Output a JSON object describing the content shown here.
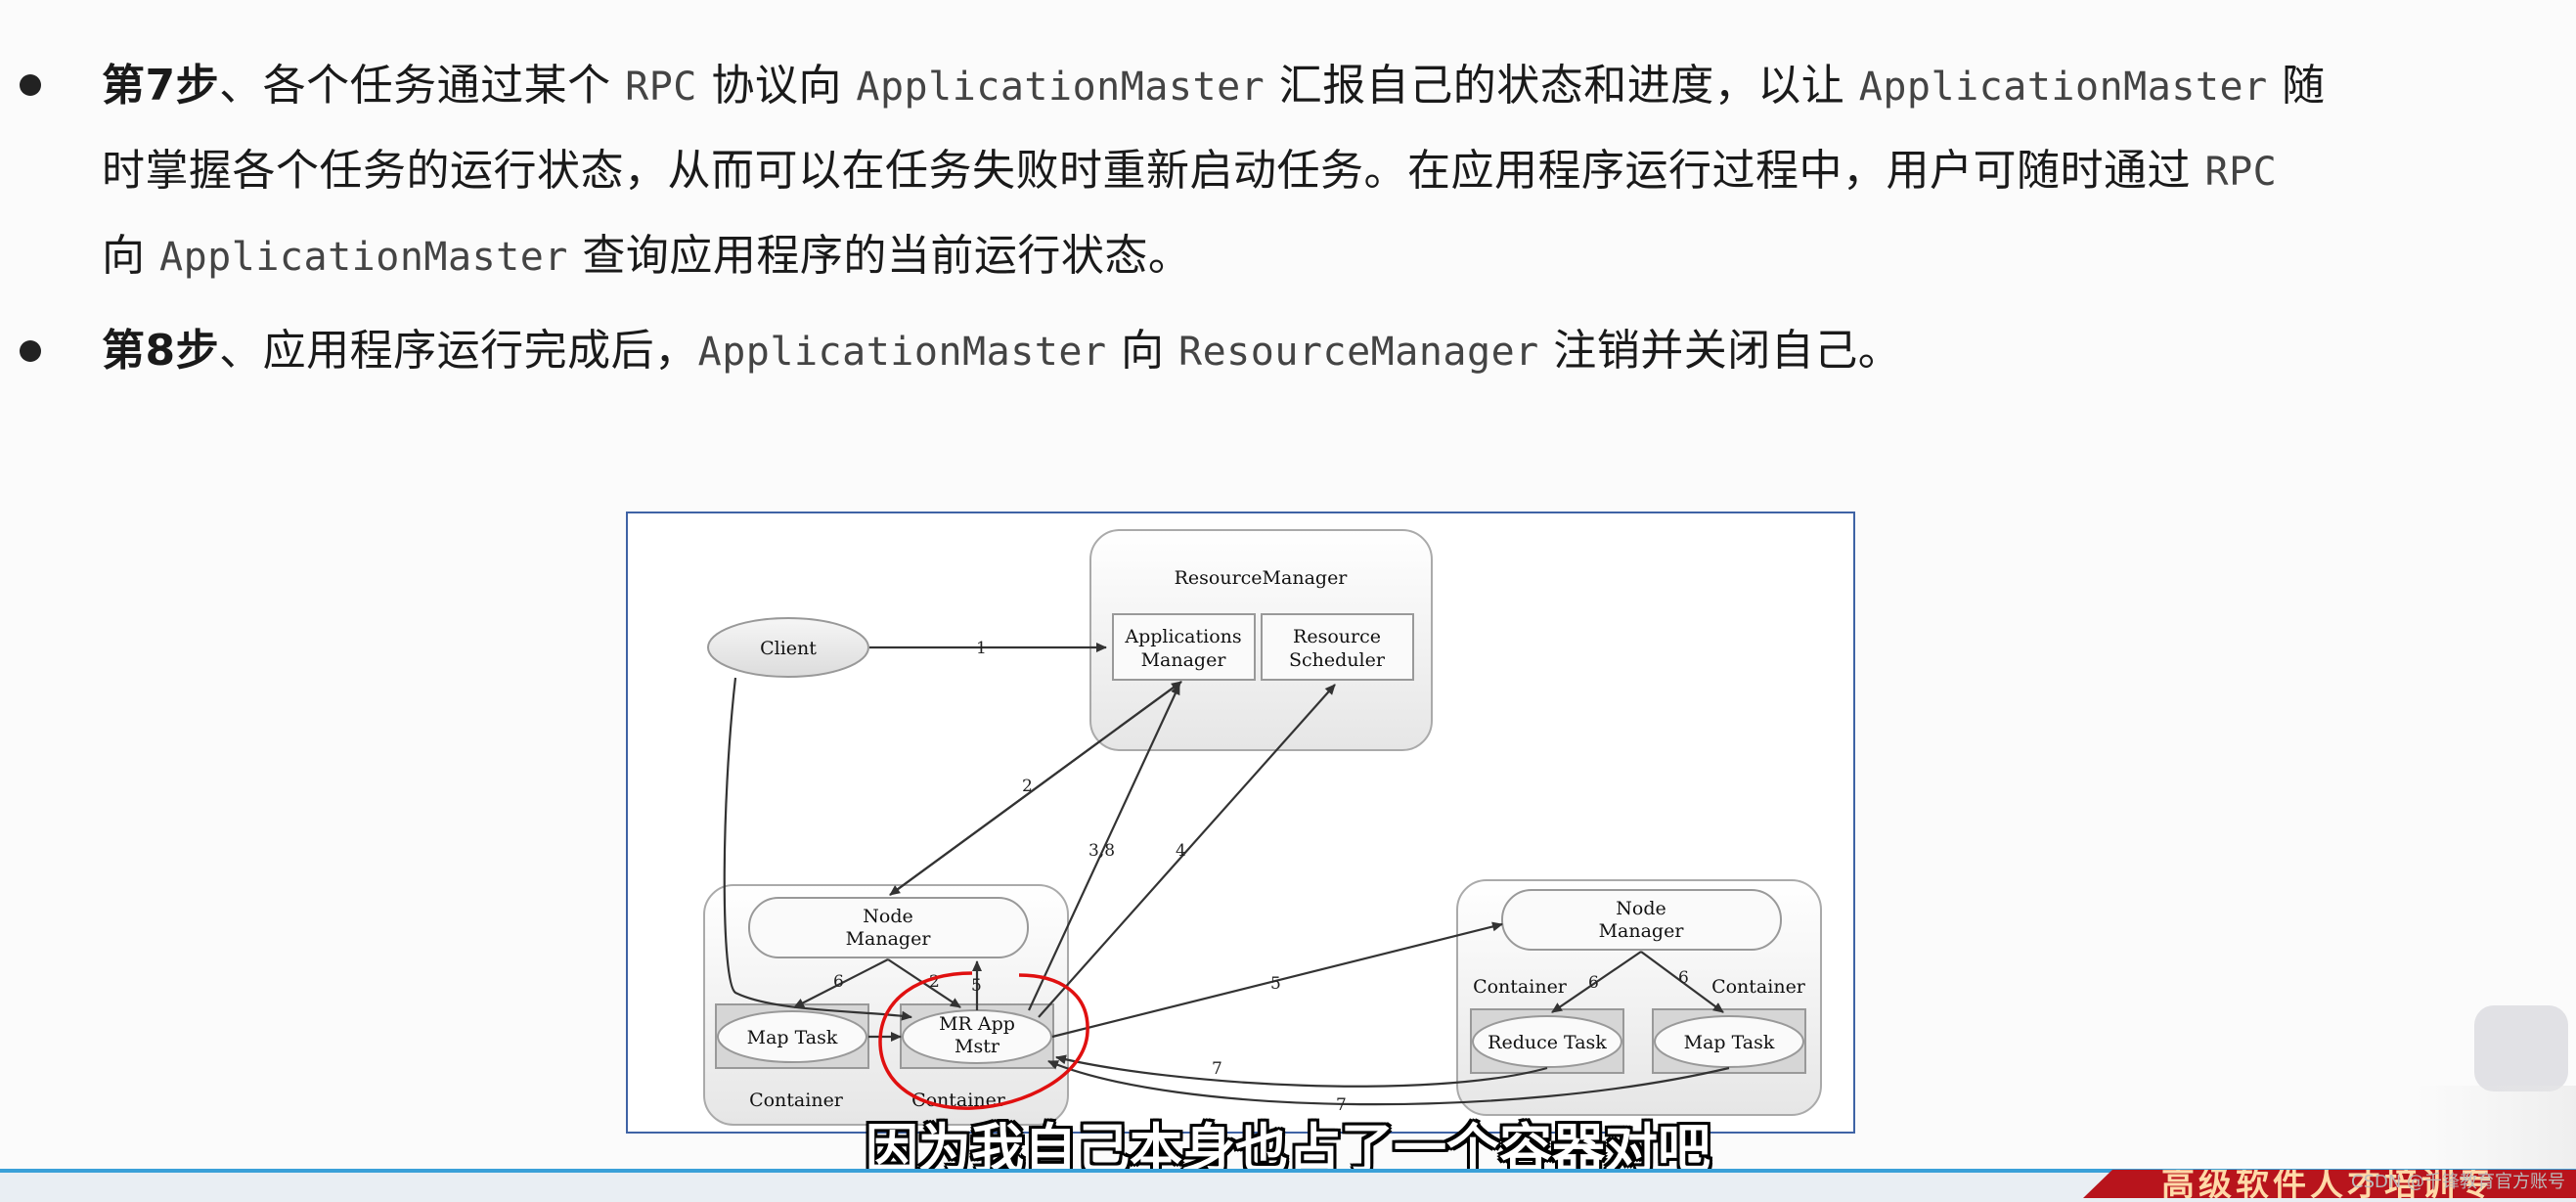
{
  "step7": {
    "label": "第7步",
    "line1_a": "、各个任务通过某个 ",
    "line1_rpc": "RPC",
    "line1_b": " 协议向 ",
    "line1_am": "ApplicationMaster",
    "line1_c": " 汇报自己的状态和进度，以让 ",
    "line1_am2": "ApplicationMaster",
    "line1_d": " 随",
    "line2_a": "时掌握各个任务的运行状态，从而可以在任务失败时重新启动任务。在应用程序运行过程中，用户可随时通过 ",
    "line2_rpc": "RPC",
    "line3_a": "向 ",
    "line3_am": "ApplicationMaster",
    "line3_b": " 查询应用程序的当前运行状态。"
  },
  "step8": {
    "label": "第8步",
    "a": "、应用程序运行完成后，",
    "am": "ApplicationMaster",
    "b": " 向 ",
    "rm": "ResourceManager",
    "c": " 注销并关闭自己。"
  },
  "diagram": {
    "resource_manager": "ResourceManager",
    "applications_manager_1": "Applications",
    "applications_manager_2": "Manager",
    "resource_scheduler_1": "Resource",
    "resource_scheduler_2": "Scheduler",
    "client": "Client",
    "node_manager_1": "Node",
    "node_manager_2": "Manager",
    "map_task": "Map Task",
    "mr_app_1": "MR App",
    "mr_app_2": "Mstr",
    "reduce_task": "Reduce Task",
    "container": "Container",
    "edge_1": "1",
    "edge_2": "2",
    "edge_38": "3,8",
    "edge_4": "4",
    "edge_5": "5",
    "edge_6": "6",
    "edge_7": "7",
    "highlight_color": "#e01010"
  },
  "subtitle": "因为我自己本身也占了一个容器对吧",
  "banner_text": "高级软件人才培训专",
  "watermark": "CSDN @千锋教育官方账号",
  "colors": {
    "figure_border": "#3f63a5",
    "bottom_line": "#3aa0d8",
    "banner": "#b8141c"
  }
}
